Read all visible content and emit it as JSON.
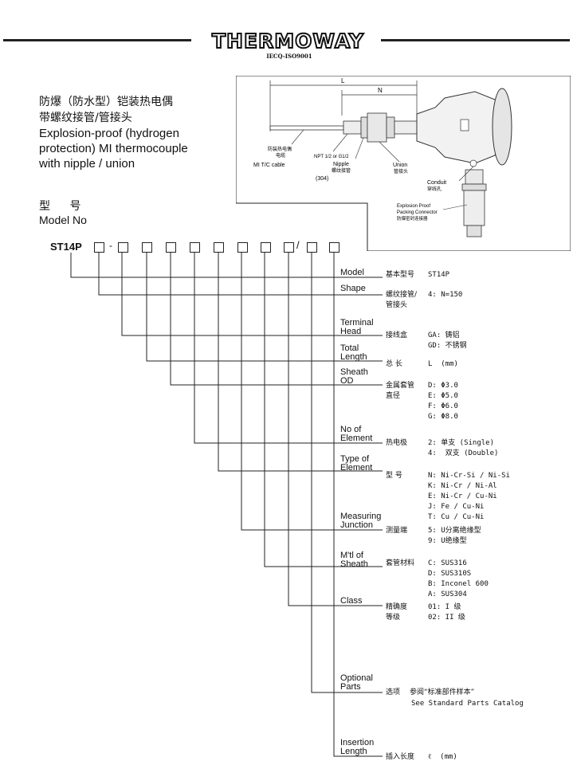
{
  "header": {
    "logo": "THERMOWAY",
    "certification": "IECQ-ISO9001"
  },
  "title": {
    "cn_line1": "防爆（防水型）铠装热电偶",
    "cn_line2": "带螺纹接管/管接头",
    "en_line1": "Explosion-proof (hydrogen",
    "en_line2": "protection) MI thermocouple",
    "en_line3": "with nipple / union"
  },
  "model_heading": {
    "cn": "型 号",
    "en": "Model No"
  },
  "model_code": {
    "prefix": "ST14P",
    "dash": "-",
    "slash": "/"
  },
  "diagram": {
    "dim_L": "L",
    "dim_N": "N",
    "mi_cn1": "防装热电偶",
    "mi_cn2": "电缆",
    "mi_en": "MI T/C cable",
    "npt": "NPT 1/2 or G1/2",
    "nipple_en": "Nipple",
    "nipple_cn": "螺纹接管",
    "nipple_mat": "(304)",
    "union_en": "Union",
    "union_cn": "管接头",
    "conduit_en": "Conduit",
    "conduit_cn": "穿线孔",
    "packing_en1": "Explosion Proof",
    "packing_en2": "Packing Connector",
    "packing_cn": "防爆密封连接器"
  },
  "rows": [
    {
      "en": [
        "Model"
      ],
      "cn": [
        "基本型号"
      ],
      "values": [
        "ST14P"
      ]
    },
    {
      "en": [
        "Shape"
      ],
      "cn": [
        "螺纹接管/",
        "管接头"
      ],
      "values": [
        "4: N=150"
      ]
    },
    {
      "en": [
        "Terminal",
        "Head"
      ],
      "cn": [
        "接线盒"
      ],
      "values": [
        "GA: 铸铝",
        "GD: 不锈钢"
      ]
    },
    {
      "en": [
        "Total",
        "Length"
      ],
      "cn": [
        "总  长"
      ],
      "values": [
        "L  (mm)"
      ]
    },
    {
      "en": [
        "Sheath",
        "OD"
      ],
      "cn": [
        "金属套管",
        "直径"
      ],
      "values": [
        "D: Φ3.0",
        "E: Φ5.0",
        "F: Φ6.0",
        "G: Φ8.0"
      ]
    },
    {
      "en": [
        "No of",
        "Element"
      ],
      "cn": [
        "热电极"
      ],
      "values": [
        "2: 单支 (Single)",
        "4:  双支 (Double)"
      ]
    },
    {
      "en": [
        "Type of",
        "Element"
      ],
      "cn": [
        "型  号"
      ],
      "values": [
        "N: Ni-Cr-Si / Ni-Si",
        "K: Ni-Cr / Ni-Al",
        "E: Ni-Cr / Cu-Ni",
        "J: Fe / Cu-Ni",
        "T: Cu / Cu-Ni"
      ]
    },
    {
      "en": [
        "Measuring",
        "Junction"
      ],
      "cn": [
        "测量端"
      ],
      "values": [
        "5: U分离绝缘型",
        "9: U绝缘型"
      ]
    },
    {
      "en": [
        "M'tl of",
        "Sheath"
      ],
      "cn": [
        "套管材料"
      ],
      "values": [
        "C: SUS316",
        "D: SUS310S",
        "B: Inconel 600",
        "A: SUS304"
      ]
    },
    {
      "en": [
        "Class"
      ],
      "cn": [
        "精确度",
        "等级"
      ],
      "values": [
        "01: I 级",
        "02: II 级"
      ]
    },
    {
      "en": [
        "Optional",
        "Parts"
      ],
      "cn": [
        "选项"
      ],
      "values": [
        "参阅“标准部件样本”",
        "See Standard Parts Catalog"
      ]
    },
    {
      "en": [
        "Insertion",
        "Length"
      ],
      "cn": [
        "插入长度"
      ],
      "values": [
        "ℓ  (mm)"
      ]
    }
  ]
}
